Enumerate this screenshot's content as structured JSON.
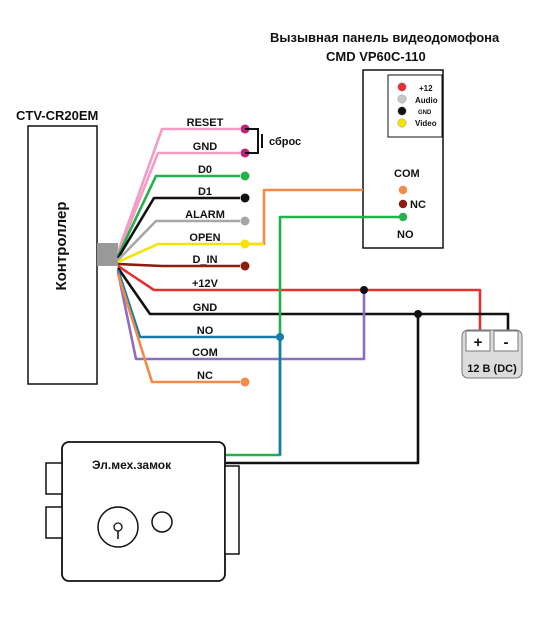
{
  "controller": {
    "title": "CTV-CR20EM",
    "label": "Контроллер"
  },
  "panel": {
    "title1": "Вызывная панель видеодомофона",
    "title2": "CMD VP60C-110"
  },
  "panel_top_pins": [
    {
      "label": "+12",
      "color": "#e53030"
    },
    {
      "label": "Audio",
      "color": "#c8c8c8"
    },
    {
      "label": "GND",
      "color": "#111111"
    },
    {
      "label": "Video",
      "color": "#f5e400"
    }
  ],
  "panel_bottom": {
    "com": "COM",
    "nc": "NC",
    "no": "NO"
  },
  "reset_button_label": "сброс",
  "wires": [
    {
      "label": "RESET",
      "color": "#f29cc6"
    },
    {
      "label": "GND",
      "color": "#f29cc6"
    },
    {
      "label": "D0",
      "color": "#22b14c"
    },
    {
      "label": "D1",
      "color": "#111111"
    },
    {
      "label": "ALARM",
      "color": "#a6a6a6"
    },
    {
      "label": "OPEN",
      "color": "#f5e400"
    },
    {
      "label": "D_IN",
      "color": "#8b1e10"
    },
    {
      "label": "+12V",
      "color": "#e53030"
    },
    {
      "label": "GND",
      "color": "#111111"
    },
    {
      "label": "NO",
      "color": "#1a7aa8"
    },
    {
      "label": "COM",
      "color": "#8a6fbf"
    },
    {
      "label": "NC",
      "color": "#f28a4a"
    }
  ],
  "psu": {
    "plus": "+",
    "minus": "-",
    "label": "12 В (DC)"
  },
  "lock": {
    "label": "Эл.мех.замок"
  }
}
